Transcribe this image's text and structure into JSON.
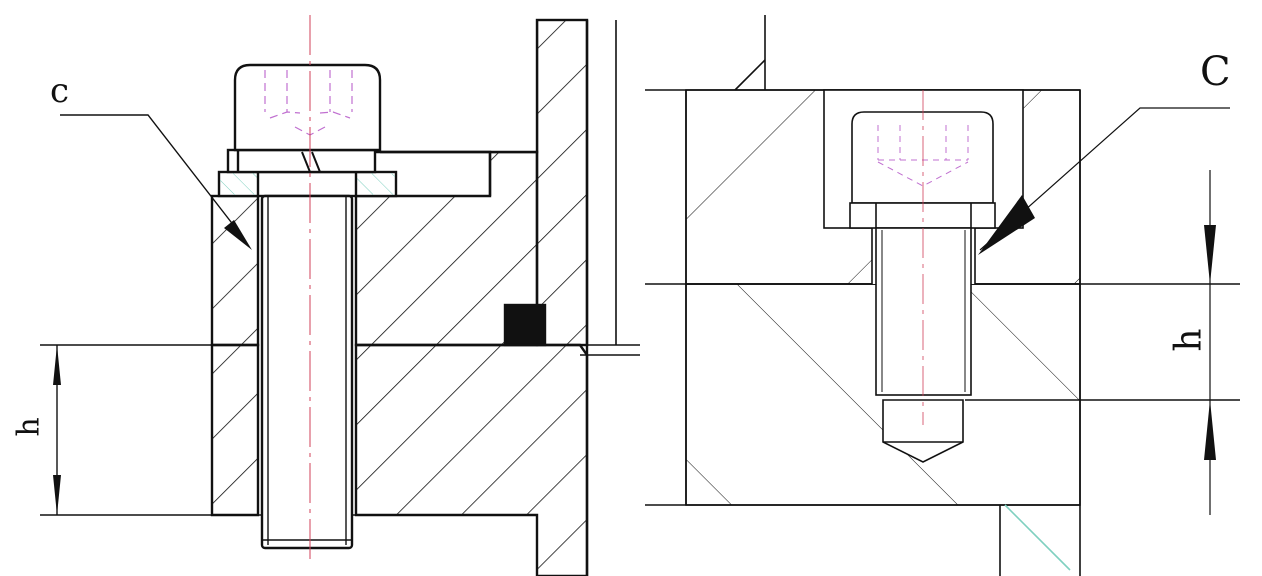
{
  "left_figure": {
    "label_chamfer": "c",
    "label_height": "h"
  },
  "right_figure": {
    "label_chamfer": "C",
    "label_height": "h"
  },
  "colors": {
    "line": "#111111",
    "centerline": "#d0405a",
    "hidden": "#c070d0",
    "washer_hatch": "#7fd0c0"
  }
}
